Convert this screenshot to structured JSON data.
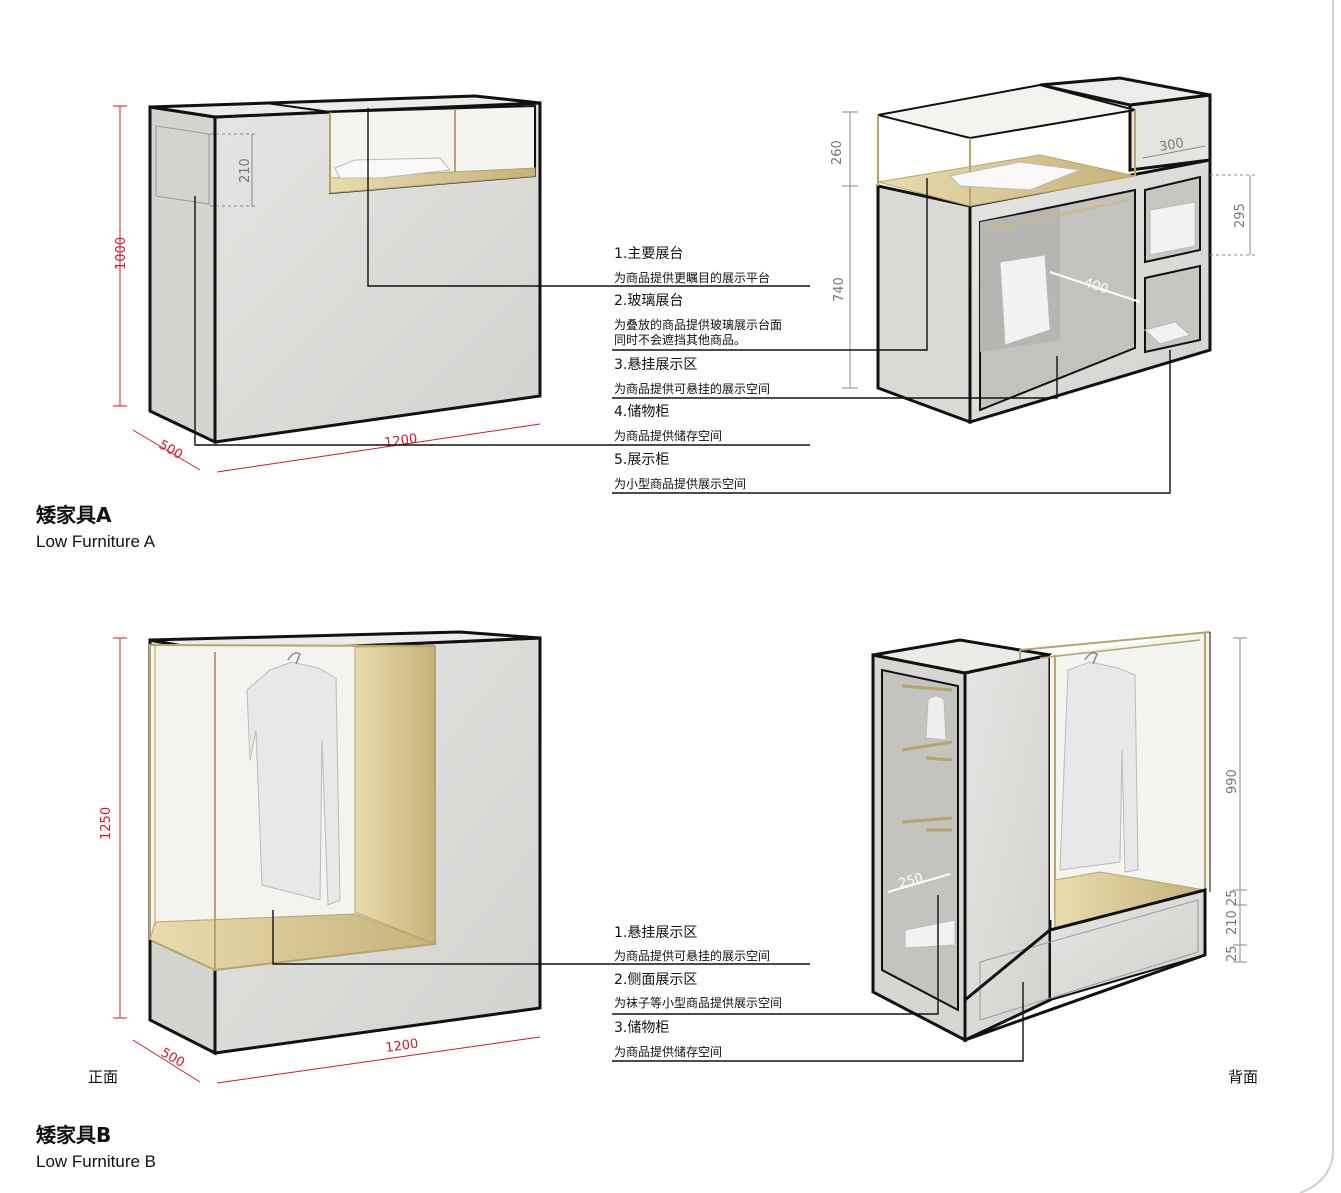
{
  "colors": {
    "concrete": "#dcdcda",
    "concrete_dark": "#c9c9c6",
    "gold": "#c8b57a",
    "gold_light": "#e2d6a8",
    "outline": "#111111",
    "dim_red": "#d11a2a",
    "dim_grey": "#777777"
  },
  "furniture_a": {
    "title": "矮家具A",
    "subtitle": "Low Furniture A",
    "dims": {
      "height": "1000",
      "depth": "500",
      "width": "1200",
      "panel": "210",
      "top_height": "260",
      "lower_height": "740",
      "shelf_width": "300",
      "shelf_height": "295",
      "cavity_width": "400"
    },
    "annotations": [
      {
        "title": "1.主要展台",
        "desc": [
          "为商品提供更瞩目的展示平台"
        ]
      },
      {
        "title": "2.玻璃展台",
        "desc": [
          "为叠放的商品提供玻璃展示台面",
          "同时不会遮挡其他商品。"
        ]
      },
      {
        "title": "3.悬挂展示区",
        "desc": [
          "为商品提供可悬挂的展示空间"
        ]
      },
      {
        "title": "4.储物柜",
        "desc": [
          "为商品提供储存空间"
        ]
      },
      {
        "title": "5.展示柜",
        "desc": [
          "为小型商品提供展示空间"
        ]
      }
    ]
  },
  "furniture_b": {
    "title": "矮家具B",
    "subtitle": "Low Furniture B",
    "front_label": "正面",
    "back_label": "背面",
    "dims": {
      "height": "1250",
      "depth": "500",
      "width": "1200",
      "side_depth": "250",
      "rail_height": "990",
      "base_top": "25",
      "base_mid": "210",
      "base_bottom": "25"
    },
    "annotations": [
      {
        "title": "1.悬挂展示区",
        "desc": [
          "为商品提供可悬挂的展示空间"
        ]
      },
      {
        "title": "2.侧面展示区",
        "desc": [
          "为袜子等小型商品提供展示空间"
        ]
      },
      {
        "title": "3.储物柜",
        "desc": [
          "为商品提供储存空间"
        ]
      }
    ]
  }
}
